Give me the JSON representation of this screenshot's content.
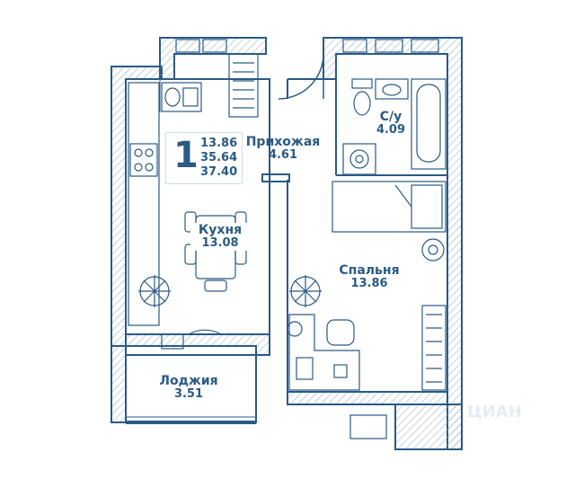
{
  "summary": {
    "rooms": "1",
    "living_area": "13.86",
    "total_area_1": "35.64",
    "total_area_2": "37.40"
  },
  "rooms": {
    "hallway": {
      "name": "Прихожая",
      "area": "4.61"
    },
    "bathroom": {
      "name": "С/у",
      "area": "4.09"
    },
    "kitchen": {
      "name": "Кухня",
      "area": "13.08"
    },
    "bedroom": {
      "name": "Спальня",
      "area": "13.86"
    },
    "loggia": {
      "name": "Лоджия",
      "area": "3.51"
    }
  },
  "colors": {
    "line": "#2a5a85",
    "hatch": "#9bb3c9",
    "furniture": "#2a5a85"
  },
  "watermark": "ЦИАН"
}
